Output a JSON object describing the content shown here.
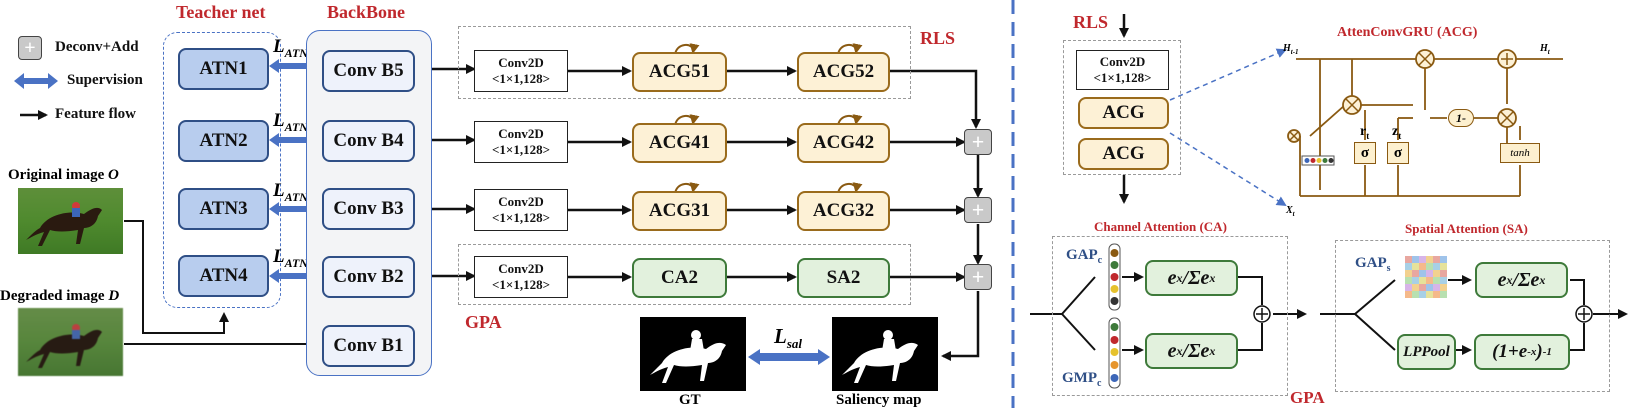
{
  "legend": {
    "deconv_add": "Deconv+Add",
    "supervision": "Supervision",
    "feature_flow": "Feature flow"
  },
  "teacher": {
    "title": "Teacher net",
    "atn": [
      "ATN1",
      "ATN2",
      "ATN3",
      "ATN4"
    ],
    "loss": "L",
    "loss_sub": "ATN"
  },
  "backbone": {
    "title": "BackBone",
    "blocks": [
      "Conv B5",
      "Conv B4",
      "Conv B3",
      "Conv B2",
      "Conv B1"
    ]
  },
  "inputs": {
    "original": "Original  image ",
    "original_var": "O",
    "degraded": "Degraded  image ",
    "degraded_var": "D"
  },
  "conv2d": {
    "line1": "Conv2D",
    "line2": "<1×1,128>"
  },
  "acg_rows": [
    [
      "ACG51",
      "ACG52"
    ],
    [
      "ACG41",
      "ACG42"
    ],
    [
      "ACG31",
      "ACG32"
    ]
  ],
  "gpa_row": [
    "CA2",
    "SA2"
  ],
  "tags": {
    "rls": "RLS",
    "gpa": "GPA"
  },
  "outputs": {
    "gt": "GT",
    "saliency": "Saliency map",
    "loss": "L",
    "loss_sub": "sal"
  },
  "rls_detail": {
    "title": "RLS",
    "conv_line1": "Conv2D",
    "conv_line2": "<1×1,128>",
    "acg": "ACG"
  },
  "acg_detail": {
    "title": "AttenConvGRU (ACG)",
    "h_prev": "H",
    "h_prev_sub": "t-1",
    "h_t": "H",
    "h_t_sub": "t",
    "x_t": "X",
    "x_t_sub": "t",
    "r_t": "r",
    "r_t_sub": "t",
    "z_t": "z",
    "z_t_sub": "t",
    "sigma": "σ",
    "one_minus": "1-",
    "tanh": "tanh"
  },
  "ca": {
    "title": "Channel Attention (CA)",
    "gap": "GAP",
    "gap_sub": "c",
    "gmp": "GMP",
    "gmp_sub": "c",
    "softmax": "e",
    "softmax_sup": "x",
    "softmax_den": "/Σe",
    "softmax_den_sup": "x"
  },
  "sa": {
    "title": "Spatial Attention (SA)",
    "gap": "GAP",
    "gap_sub": "s",
    "lppool": "LPPool",
    "sigmoid": "(1+e",
    "sigmoid_sup": "-x",
    "sigmoid_end": ")",
    "sigmoid_pow": "-1",
    "softmax": "e",
    "softmax_sup": "x",
    "softmax_den": "/Σe",
    "softmax_den_sup": "x"
  },
  "bottom_tag": "GPA",
  "colors": {
    "accent_red": "#c0282d",
    "atn_fill": "#b8cdee",
    "acg_fill": "#fdf1d6",
    "green_fill": "#e2f1dd",
    "supervision_blue": "#4a72c4"
  }
}
